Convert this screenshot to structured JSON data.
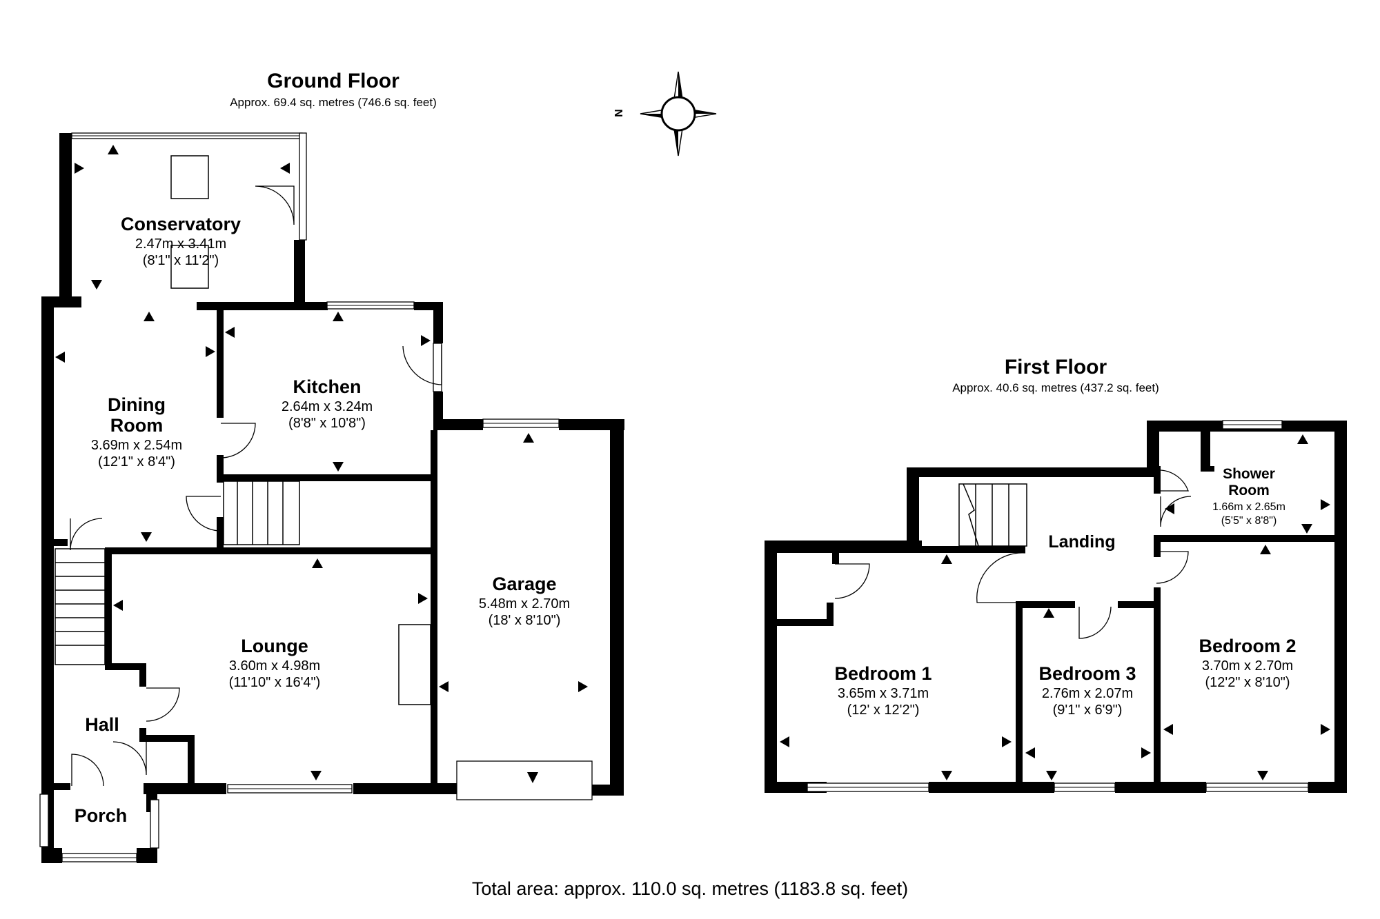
{
  "ground_floor": {
    "title": "Ground Floor",
    "area": "Approx. 69.4 sq. metres (746.6 sq. feet)",
    "rooms": {
      "conservatory": {
        "name": "Conservatory",
        "metric": "2.47m x 3.41m",
        "imperial": "(8'1\" x 11'2\")"
      },
      "dining_room": {
        "name_line1": "Dining",
        "name_line2": "Room",
        "metric": "3.69m x 2.54m",
        "imperial": "(12'1\" x 8'4\")"
      },
      "kitchen": {
        "name": "Kitchen",
        "metric": "2.64m x 3.24m",
        "imperial": "(8'8\" x 10'8\")"
      },
      "garage": {
        "name": "Garage",
        "metric": "5.48m x 2.70m",
        "imperial": "(18' x 8'10\")"
      },
      "lounge": {
        "name": "Lounge",
        "metric": "3.60m x 4.98m",
        "imperial": "(11'10\" x 16'4\")"
      },
      "hall": {
        "name": "Hall"
      },
      "porch": {
        "name": "Porch"
      }
    }
  },
  "first_floor": {
    "title": "First Floor",
    "area": "Approx. 40.6 sq. metres (437.2 sq. feet)",
    "rooms": {
      "shower_room": {
        "name_line1": "Shower",
        "name_line2": "Room",
        "metric": "1.66m x 2.65m",
        "imperial": "(5'5\" x 8'8\")"
      },
      "landing": {
        "name": "Landing"
      },
      "bedroom_1": {
        "name": "Bedroom 1",
        "metric": "3.65m x 3.71m",
        "imperial": "(12' x 12'2\")"
      },
      "bedroom_3": {
        "name": "Bedroom 3",
        "metric": "2.76m x 2.07m",
        "imperial": "(9'1\" x 6'9\")"
      },
      "bedroom_2": {
        "name": "Bedroom 2",
        "metric": "3.70m x 2.70m",
        "imperial": "(12'2\" x 8'10\")"
      }
    }
  },
  "compass": {
    "north_label": "N",
    "icon": "compass-rose-icon"
  },
  "total_area": "Total area: approx. 110.0 sq. metres (1183.8 sq. feet)"
}
